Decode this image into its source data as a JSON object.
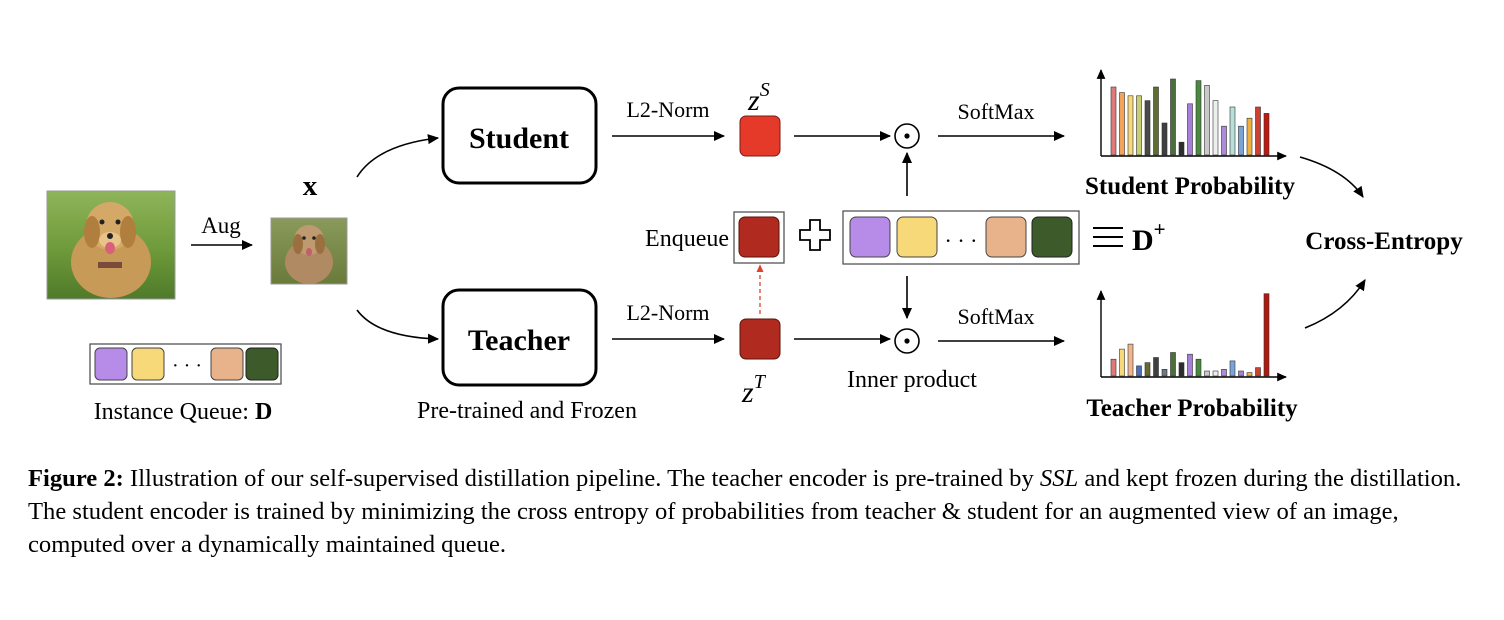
{
  "labels": {
    "aug": "Aug",
    "x": "x",
    "student": "Student",
    "teacher": "Teacher",
    "l2_top": "L2-Norm",
    "l2_bottom": "L2-Norm",
    "zs_base": "z",
    "zs_sup": "S",
    "zt_base": "z",
    "zt_sup": "T",
    "softmax_top": "SoftMax",
    "softmax_bottom": "SoftMax",
    "enqueue": "Enqueue",
    "dplus_base": "D",
    "dplus_sup": "+",
    "inner_product": "Inner product",
    "student_prob": "Student Probability",
    "teacher_prob": "Teacher Probability",
    "cross_entropy": "Cross-Entropy",
    "pretrained": "Pre-trained and Frozen",
    "instance_queue": "Instance Queue: ",
    "instance_queue_d": "D",
    "ellipsis": "· · ·"
  },
  "caption": {
    "lead": "Figure 2:",
    "part1": " Illustration of our self-supervised distillation pipeline. The teacher encoder is pre-trained by ",
    "ssl": "SSL",
    "part2": " and kept frozen during the distillation. The student encoder is trained by minimizing the cross entropy of probabilities from teacher & student for an augmented view of an image, computed over a dynamically maintained queue."
  },
  "colors": {
    "z_student": "#e53a2a",
    "z_teacher": "#b02a20",
    "queue": [
      "#b78be8",
      "#f7d97a",
      "#e8b38a",
      "#3c5a2a"
    ],
    "enqueue_arrow": "#e04030"
  },
  "student_bars": {
    "values": [
      0.85,
      0.78,
      0.74,
      0.74,
      0.68,
      0.85,
      0.4,
      0.95,
      0.16,
      0.64,
      0.93,
      0.87,
      0.68,
      0.36,
      0.6,
      0.36,
      0.46,
      0.6,
      0.52
    ],
    "colors": [
      "#e07a7a",
      "#f4a45a",
      "#f7d97a",
      "#c8ce72",
      "#4a4a4a",
      "#5e6e30",
      "#3f3f3f",
      "#4b6f3b",
      "#2d2d2d",
      "#a57fd9",
      "#4a8a3e",
      "#c9c9c9",
      "#eeeeee",
      "#ad8bd8",
      "#b8e0d8",
      "#7aa3d8",
      "#f0b040",
      "#d04030",
      "#c01810"
    ]
  },
  "teacher_bars": {
    "values": [
      0.2,
      0.32,
      0.38,
      0.12,
      0.16,
      0.22,
      0.08,
      0.28,
      0.16,
      0.26,
      0.2,
      0.06,
      0.06,
      0.08,
      0.18,
      0.06,
      0.04,
      0.1,
      0.98
    ],
    "colors": [
      "#e07a7a",
      "#f7d97a",
      "#f0b58a",
      "#4a6fbf",
      "#6a6a30",
      "#3f3f3f",
      "#6a7a80",
      "#4b6f3b",
      "#2d2d2d",
      "#a57fd9",
      "#4a8a3e",
      "#c9c9c9",
      "#eeeeee",
      "#ad8bd8",
      "#7aa3d8",
      "#a57fd9",
      "#f0b040",
      "#d04030",
      "#b01810"
    ]
  }
}
